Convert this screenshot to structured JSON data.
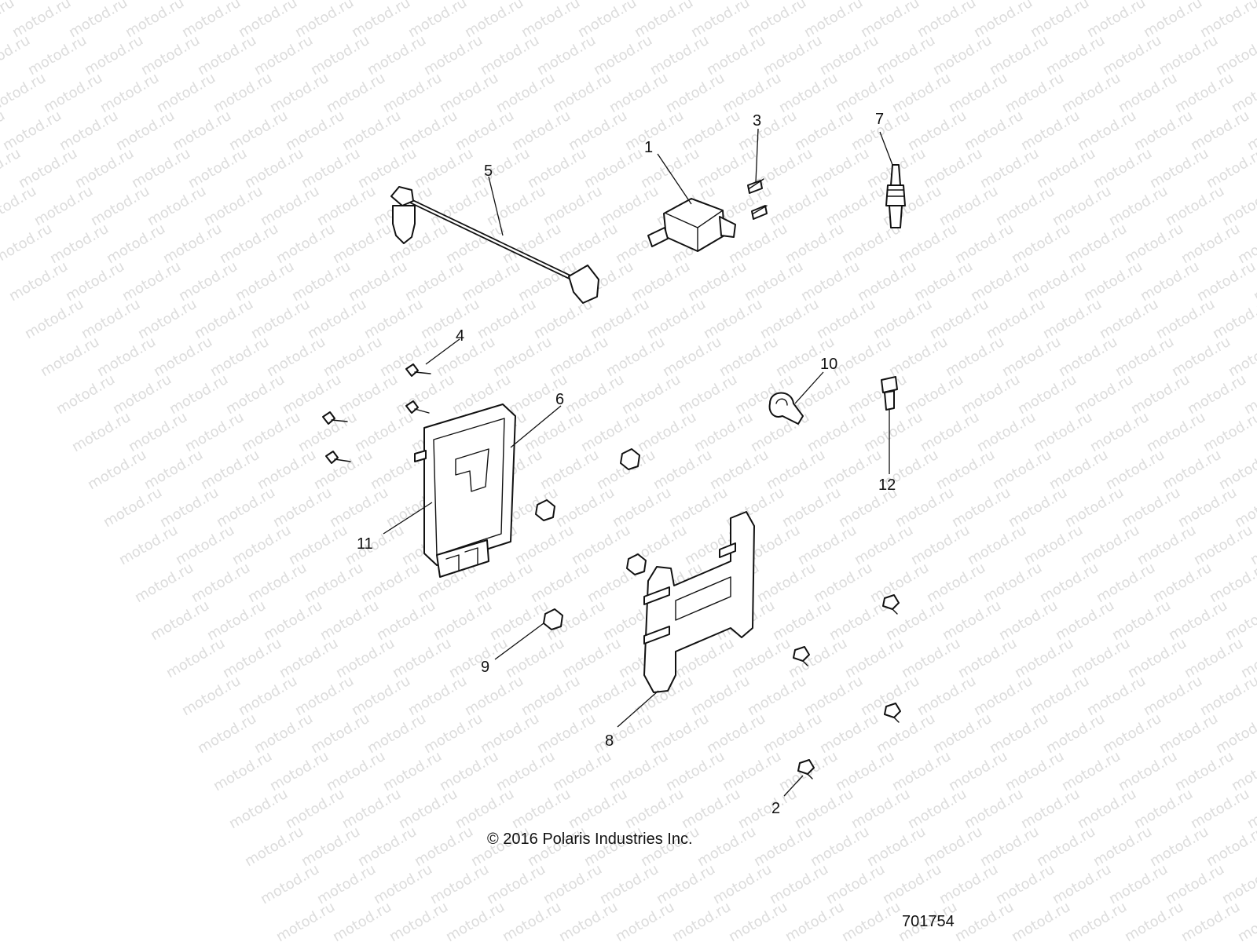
{
  "watermark": {
    "text": "motod.ru",
    "color": "#dcdcdc"
  },
  "callouts": {
    "c1": "1",
    "c2": "2",
    "c3": "3",
    "c4": "4",
    "c5": "5",
    "c6": "6",
    "c7": "7",
    "c8": "8",
    "c9": "9",
    "c10": "10",
    "c11": "11",
    "c12": "12"
  },
  "footer": {
    "copyright": "© 2016 Polaris Industries Inc.",
    "figure_number": "701754"
  }
}
